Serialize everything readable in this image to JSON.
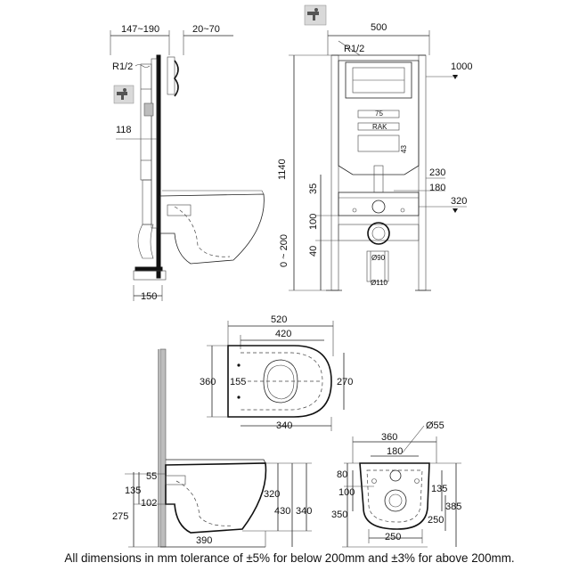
{
  "frame_side": {
    "dim_depth_range": "147~190",
    "dim_offset_range": "20~70",
    "dim_inlet": "R1/2",
    "dim_height_118": "118",
    "dim_base_150": "150"
  },
  "frame_front": {
    "dim_width": "500",
    "dim_inlet": "R1/2",
    "dim_top": "1000",
    "dim_75": "75",
    "brand_plate": "RAK",
    "dim_43": "43",
    "dim_total_height": "1140",
    "dim_230": "230",
    "dim_35": "35",
    "dim_180": "180",
    "dim_320": "320",
    "dim_100": "100",
    "dim_adjust": "0 ~ 200",
    "dim_40": "40",
    "dim_d90": "Ø90",
    "dim_d110": "Ø110"
  },
  "pan_top": {
    "dim_520": "520",
    "dim_420": "420",
    "dim_360": "360",
    "dim_155": "155",
    "dim_270": "270",
    "dim_340": "340"
  },
  "pan_side": {
    "dim_55": "55",
    "dim_135": "135",
    "dim_102": "102",
    "dim_275": "275",
    "dim_320": "320",
    "dim_430": "430",
    "dim_340": "340",
    "dim_390": "390"
  },
  "pan_back": {
    "dim_d55": "Ø55",
    "dim_360": "360",
    "dim_180": "180",
    "dim_80": "80",
    "dim_100": "100",
    "dim_135": "135",
    "dim_350": "350",
    "dim_385": "385",
    "dim_250_right": "250",
    "dim_250_bottom": "250"
  },
  "footer_note": "All dimensions in mm tolerance of ±5% for below 200mm and ±3% for above 200mm."
}
